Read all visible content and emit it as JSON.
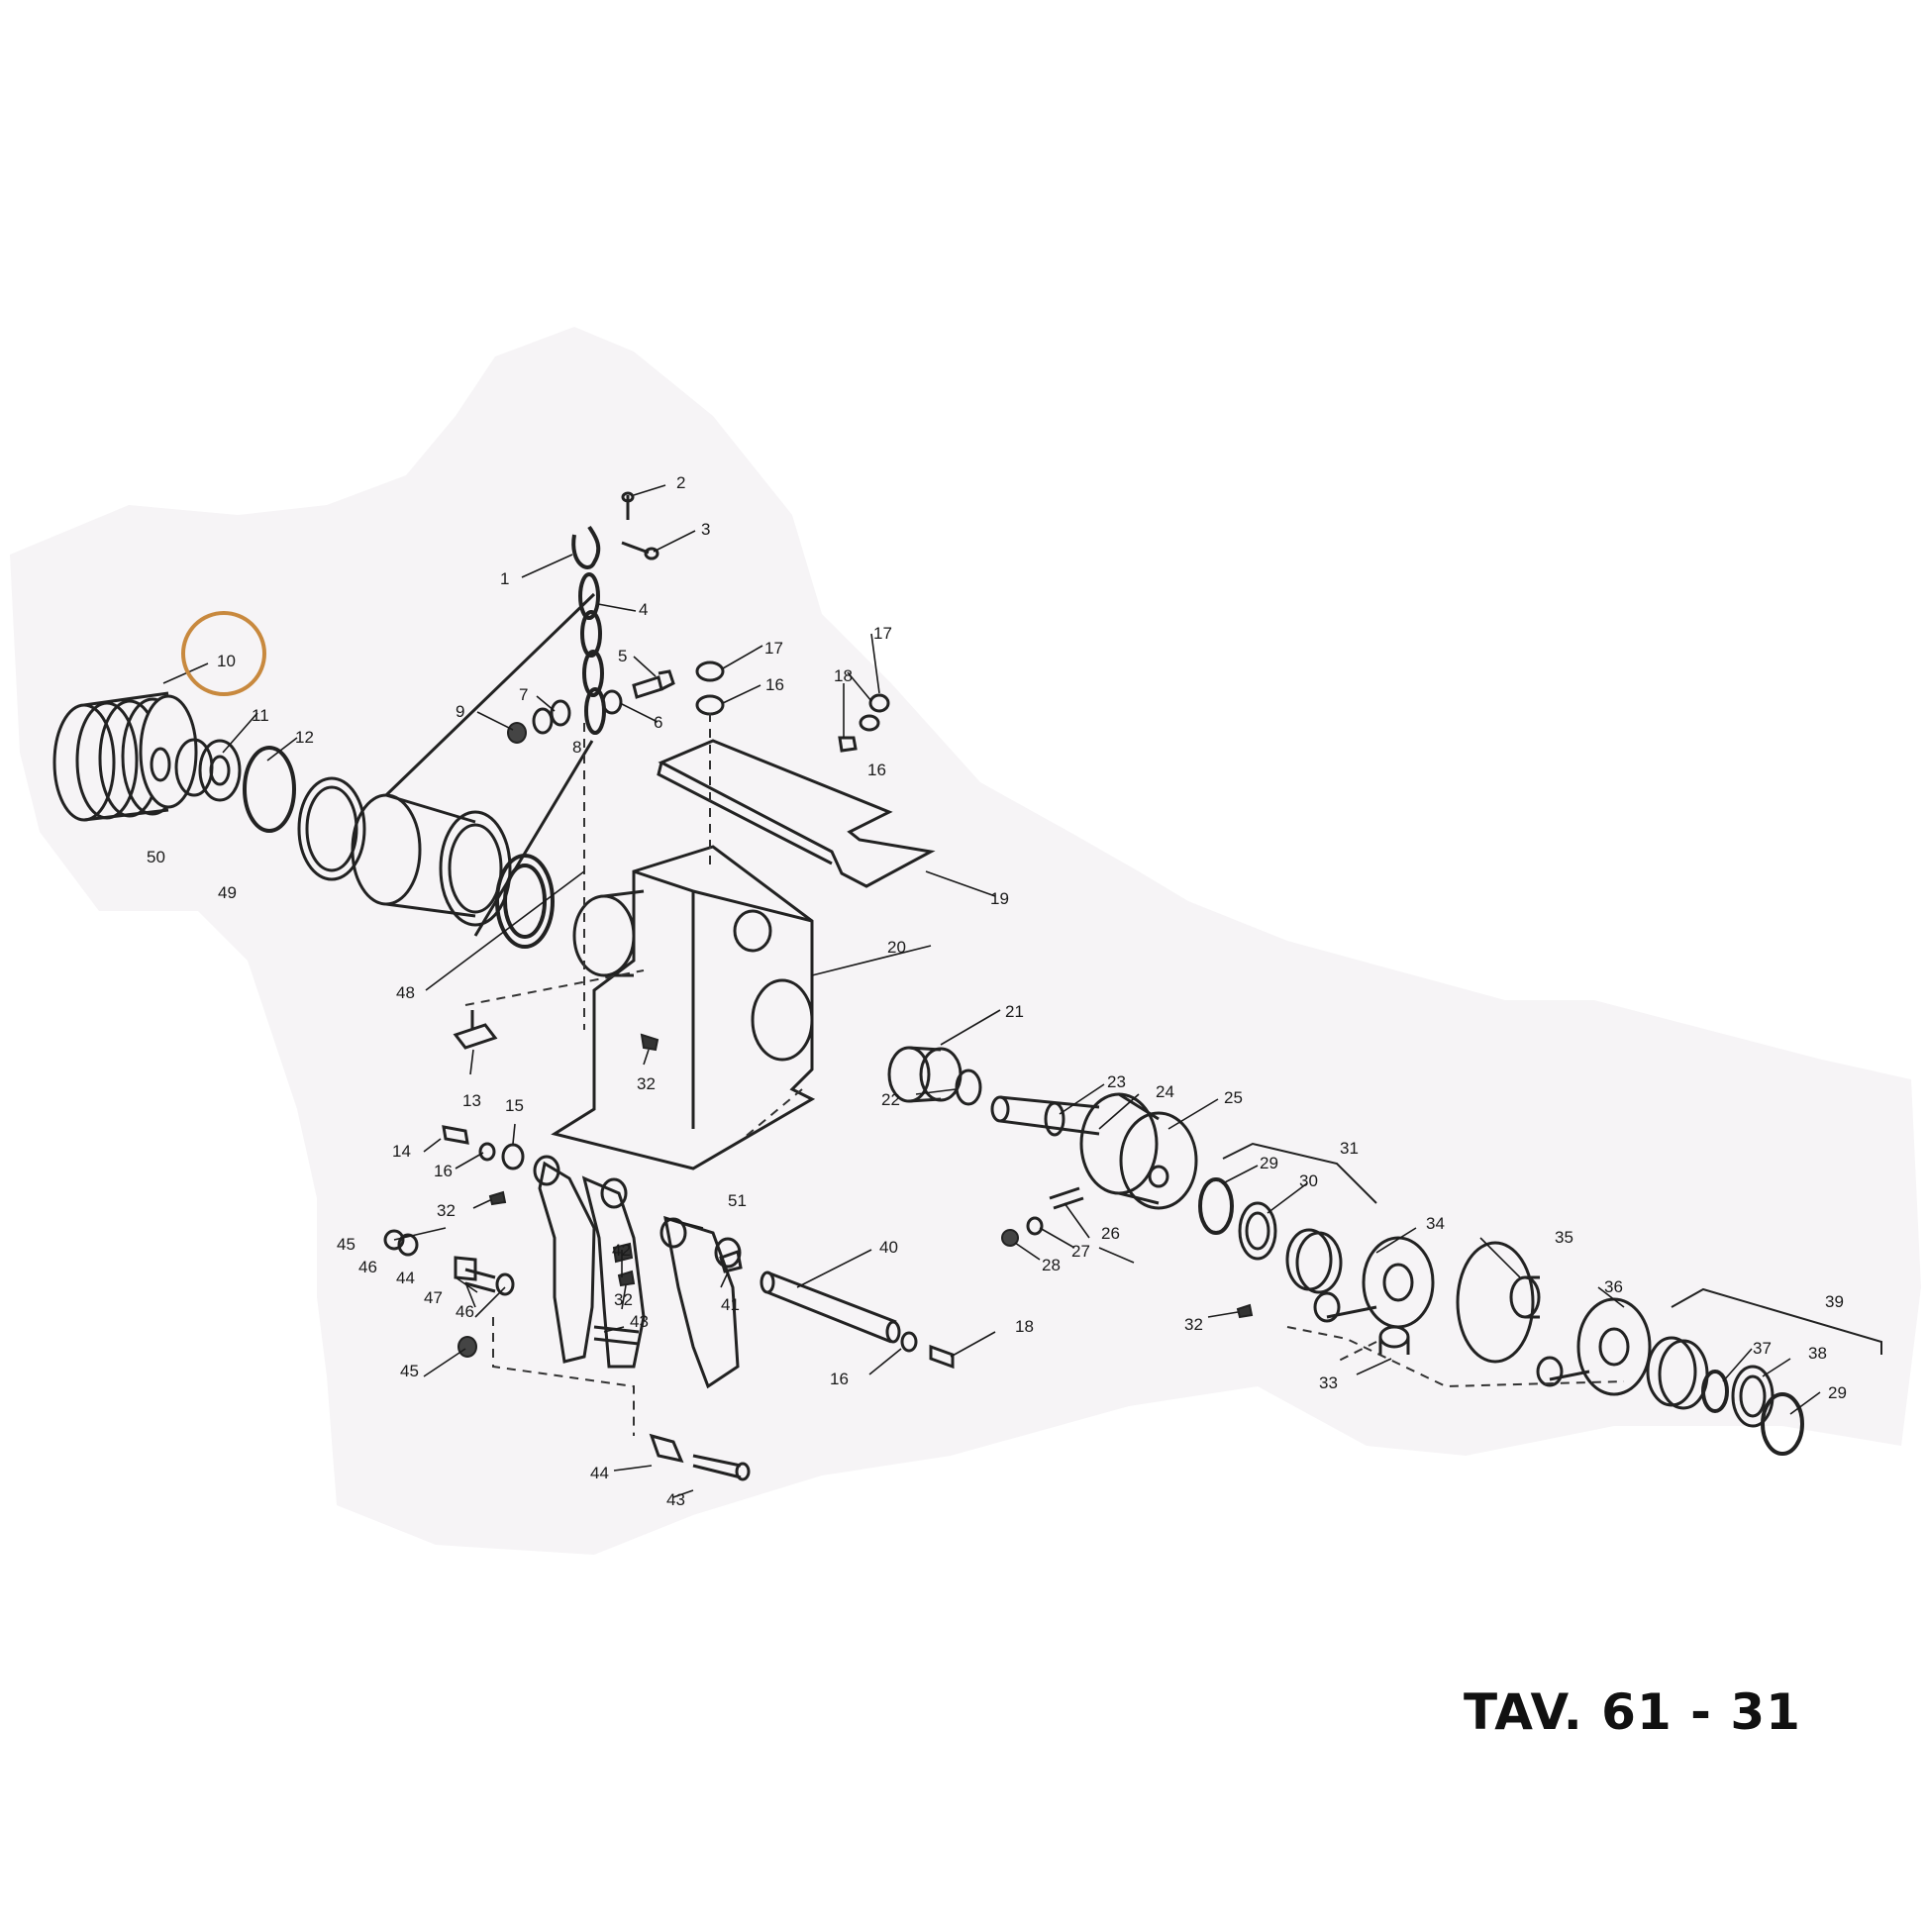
{
  "plate_title": "TAV. 61 - 31",
  "highlight_color": "#c8893e",
  "highlighted_part": "10",
  "callouts": {
    "c1": "1",
    "c2": "2",
    "c3": "3",
    "c4": "4",
    "c5": "5",
    "c6": "6",
    "c7": "7",
    "c8": "8",
    "c9": "9",
    "c10": "10",
    "c11": "11",
    "c12": "12",
    "c13": "13",
    "c14": "14",
    "c15": "15",
    "c16a": "16",
    "c16b": "16",
    "c16c": "16",
    "c16d": "16",
    "c17a": "17",
    "c17b": "17",
    "c18a": "18",
    "c18b": "18",
    "c19": "19",
    "c20": "20",
    "c21": "21",
    "c22": "22",
    "c23": "23",
    "c24": "24",
    "c25": "25",
    "c26": "26",
    "c27": "27",
    "c28": "28",
    "c29a": "29",
    "c29b": "29",
    "c30": "30",
    "c31": "31",
    "c32a": "32",
    "c32b": "32",
    "c32c": "32",
    "c32d": "32",
    "c33": "33",
    "c34": "34",
    "c35": "35",
    "c36": "36",
    "c37": "37",
    "c38": "38",
    "c39": "39",
    "c40": "40",
    "c41": "41",
    "c42": "42",
    "c43a": "43",
    "c43b": "43",
    "c44a": "44",
    "c44b": "44",
    "c45a": "45",
    "c45b": "45",
    "c46a": "46",
    "c46b": "46",
    "c47": "47",
    "c48": "48",
    "c49": "49",
    "c50": "50",
    "c51": "51"
  }
}
